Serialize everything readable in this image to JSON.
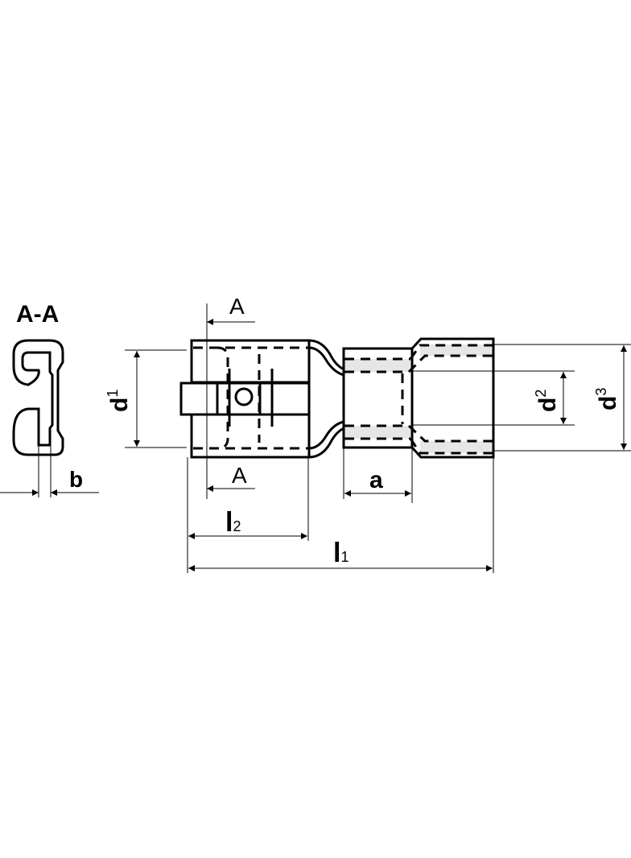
{
  "labels": {
    "section_title": "A-A",
    "section_mark_top": "A",
    "section_mark_bottom": "A",
    "b": "b",
    "d1": {
      "main": "d",
      "sub": "1"
    },
    "d2": {
      "main": "d",
      "sub": "2"
    },
    "d3": {
      "main": "d",
      "sub": "3"
    },
    "a": "a",
    "l1": {
      "main": "l",
      "sub": "1"
    },
    "l2": {
      "main": "l",
      "sub": "2"
    }
  },
  "colors": {
    "line": "#000000",
    "insulation_band": "#e6e6e6"
  }
}
